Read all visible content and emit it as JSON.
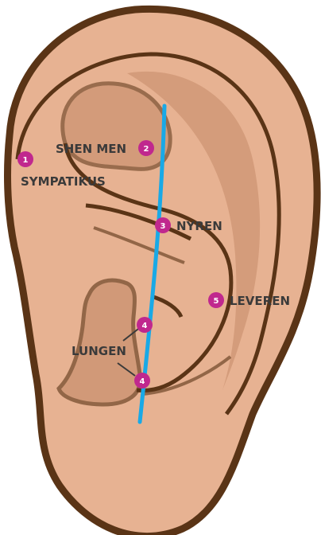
{
  "colors": {
    "skin": "#e7b292",
    "skin_shadow": "#c48a68",
    "outline": "#5a3416",
    "needle": "#19a9e6",
    "marker": "#c0288e",
    "marker_text": "#ffffff",
    "label": "#3a3a3a"
  },
  "points": [
    {
      "number": "1",
      "label": "SYMPATIKUS"
    },
    {
      "number": "2",
      "label": "SHEN MEN"
    },
    {
      "number": "3",
      "label": "NYREN"
    },
    {
      "number": "4",
      "label": "LUNGEN"
    },
    {
      "number": "4"
    },
    {
      "number": "5",
      "label": "LEVEREN"
    }
  ]
}
